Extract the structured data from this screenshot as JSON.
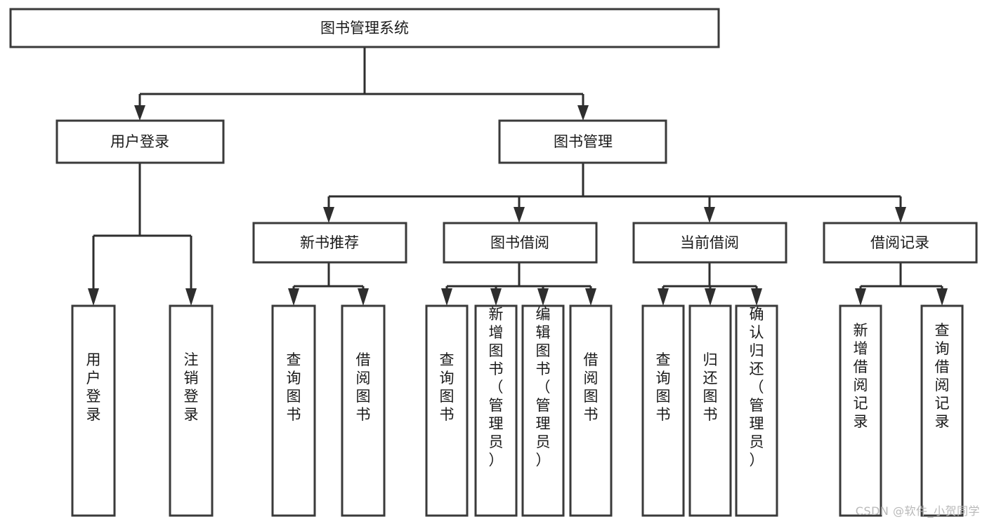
{
  "diagram": {
    "type": "tree",
    "title": "图书管理系统",
    "watermark": "CSDN @软件_小贺同学",
    "colors": {
      "box_fill": "#ffffff",
      "box_stroke": "#3a3a3a",
      "connector": "#2e2e2e",
      "text": "#1a1a1a",
      "watermark": "#b9b9b9"
    },
    "root": {
      "label": "图书管理系统"
    },
    "level2": [
      {
        "label": "用户登录"
      },
      {
        "label": "图书管理"
      }
    ],
    "level3": [
      {
        "label": "新书推荐"
      },
      {
        "label": "图书借阅"
      },
      {
        "label": "当前借阅"
      },
      {
        "label": "借阅记录"
      }
    ],
    "leaves": {
      "user_login": [
        {
          "label": "用户登录"
        },
        {
          "label": "注销登录"
        }
      ],
      "new_book_recommend": [
        {
          "label": "查询图书"
        },
        {
          "label": "借阅图书"
        }
      ],
      "book_borrow": [
        {
          "label": "查询图书"
        },
        {
          "label": "新增图书（管理员）"
        },
        {
          "label": "编辑图书（管理员）"
        },
        {
          "label": "借阅图书"
        }
      ],
      "current_borrow": [
        {
          "label": "查询图书"
        },
        {
          "label": "归还图书"
        },
        {
          "label": "确认归还（管理员）"
        }
      ],
      "borrow_record": [
        {
          "label": "新增借阅记录"
        },
        {
          "label": "查询借阅记录"
        }
      ]
    }
  }
}
